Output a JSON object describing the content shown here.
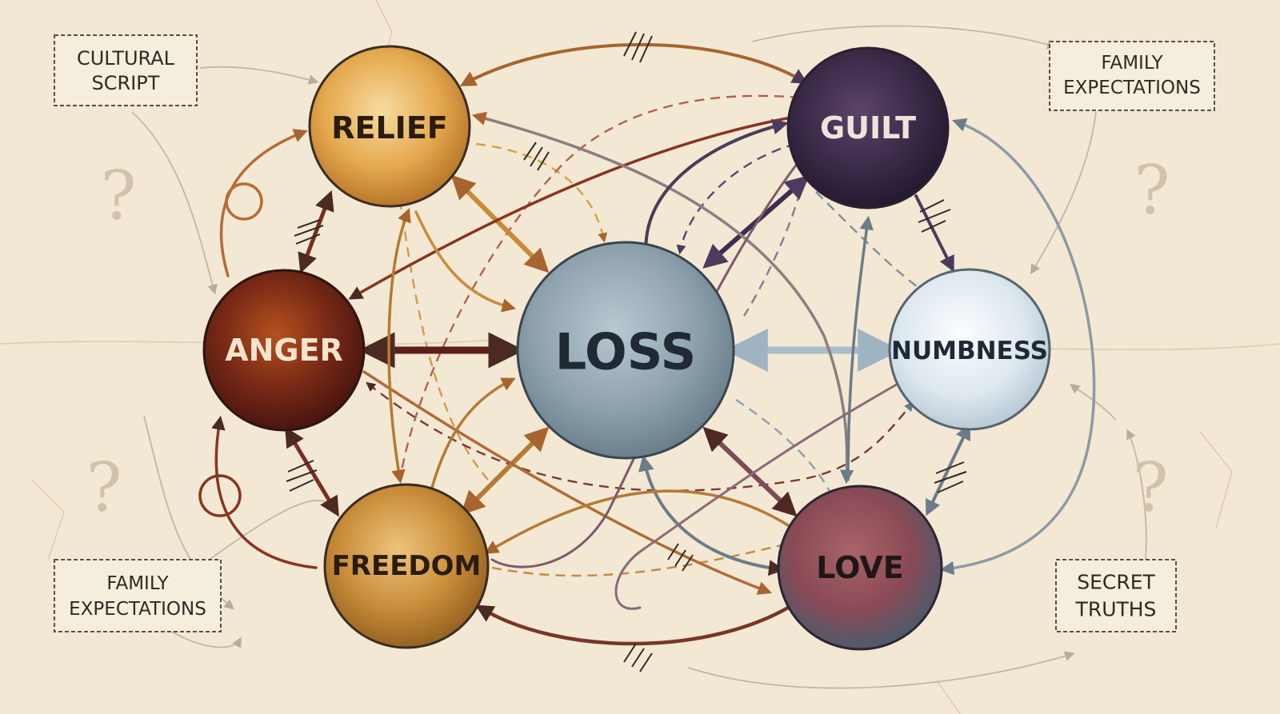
{
  "nodes": {
    "relief": "RELIEF",
    "guilt": "GUILT",
    "anger": "ANGER",
    "loss": "LOSS",
    "numbness": "NUMBNESS",
    "freedom": "FREEDOM",
    "love": "LOVE"
  },
  "boxes": {
    "top_left": [
      "CULTURAL",
      "SCRIPT"
    ],
    "top_right": [
      "FAMILY",
      "EXPECTATIONS"
    ],
    "bottom_left": [
      "FAMILY",
      "EXPECTATIONS"
    ],
    "bottom_right": [
      "SECRET",
      "TRUTHS"
    ]
  },
  "question_mark": "?",
  "colors": {
    "background": "#f3e8d3",
    "relief": "#e2a74b",
    "guilt": "#3f2c4c",
    "anger": "#7a2a16",
    "loss": "#8ea2ae",
    "numbness": "#dce7ee",
    "freedom": "#c98d3a",
    "love": "#8e4a52"
  }
}
